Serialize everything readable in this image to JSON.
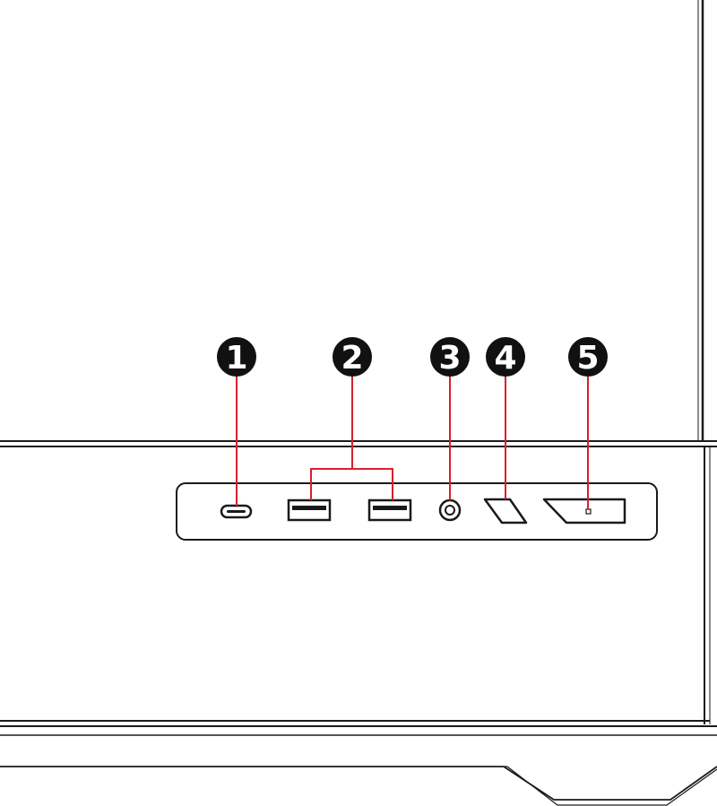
{
  "colors": {
    "line": "#1a1a1a",
    "leader": "#d8202f",
    "callout_fill": "#111111",
    "callout_text": "#ffffff",
    "background": "#ffffff"
  },
  "callouts": [
    {
      "id": "c1",
      "label": "1",
      "target": "usb-c-port"
    },
    {
      "id": "c2",
      "label": "2",
      "target": "usb-a-ports"
    },
    {
      "id": "c3",
      "label": "3",
      "target": "audio-jack"
    },
    {
      "id": "c4",
      "label": "4",
      "target": "hdmi-port"
    },
    {
      "id": "c5",
      "label": "5",
      "target": "displayport-port"
    }
  ],
  "ports": [
    {
      "name": "usb-c-port",
      "icon": "usb-c-icon"
    },
    {
      "name": "usb-a-port-1",
      "icon": "usb-a-icon"
    },
    {
      "name": "usb-a-port-2",
      "icon": "usb-a-icon"
    },
    {
      "name": "audio-jack",
      "icon": "audio-jack-icon"
    },
    {
      "name": "hdmi-port",
      "icon": "hdmi-icon"
    },
    {
      "name": "displayport-port",
      "icon": "displayport-icon"
    }
  ]
}
